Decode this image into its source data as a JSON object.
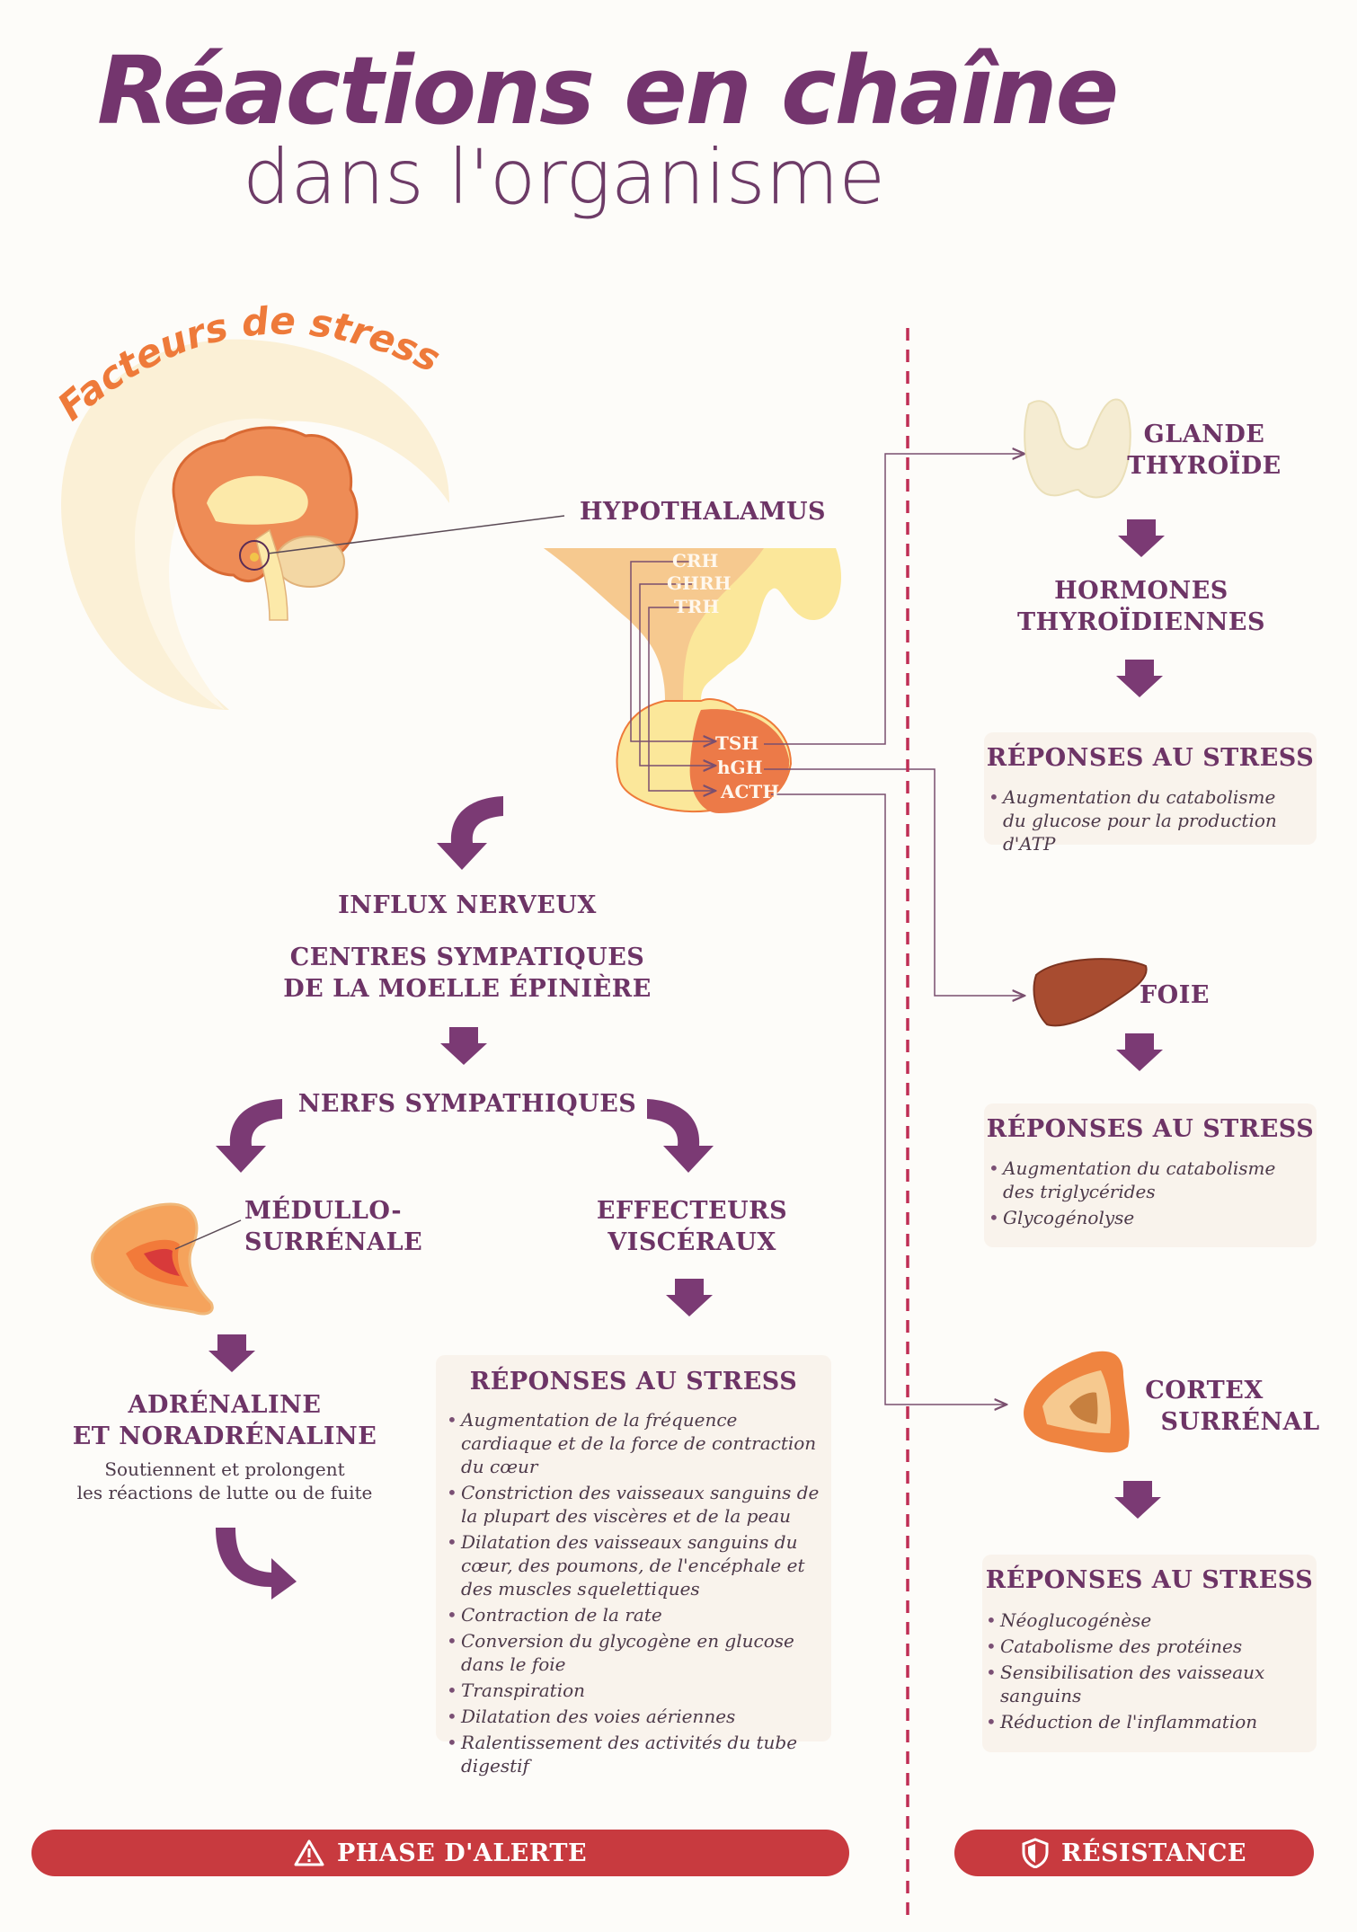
{
  "header": {
    "title": "Réactions en chaîne",
    "subtitle": "dans l'organisme"
  },
  "stress_factors": {
    "label": "Facteurs de stress"
  },
  "hypothalamus": {
    "label": "HYPOTHALAMUS",
    "releasing_hormones": [
      "CRH",
      "GHRH",
      "TRH"
    ],
    "pituitary_hormones": [
      "TSH",
      "hGH",
      "ACTH"
    ]
  },
  "alarm_phase": {
    "nerve_impulse": "INFLUX NERVEUX",
    "spinal_centers": [
      "CENTRES SYMPATIQUES",
      "DE LA MOELLE ÉPINIÈRE"
    ],
    "sympathetic_nerves": "NERFS SYMPATHIQUES",
    "adrenal_medulla": [
      "MÉDULLO-",
      "SURRÉNALE"
    ],
    "visceral_effectors": [
      "EFFECTEURS",
      "VISCÉRAUX"
    ],
    "hormones": [
      "ADRÉNALINE",
      "ET NORADRÉNALINE"
    ],
    "hormones_note": [
      "Soutiennent et prolongent",
      "les réactions de lutte ou de fuite"
    ],
    "responses_title": "RÉPONSES AU STRESS",
    "responses": [
      "Augmentation de la fréquence cardiaque et de la force de contraction du cœur",
      "Constriction des vaisseaux sanguins de la plupart des viscères et de la peau",
      "Dilatation des vaisseaux sanguins du cœur, des poumons, de l'encéphale et des muscles squelettiques",
      "Contraction de la rate",
      "Conversion du glycogène en glucose dans le foie",
      "Transpiration",
      "Dilatation des voies aériennes",
      "Ralentissement des activités du tube digestif"
    ],
    "phase_label": "PHASE D'ALERTE",
    "phase_color": "#c83a3f"
  },
  "resistance_phase": {
    "thyroid": [
      "GLANDE",
      "THYROÏDE"
    ],
    "thyroid_hormones": [
      "HORMONES",
      "THYROÏDIENNES"
    ],
    "thyroid_responses_title": "RÉPONSES AU STRESS",
    "thyroid_responses": [
      "Augmentation du catabolisme du glucose pour la production d'ATP"
    ],
    "liver": "FOIE",
    "liver_responses_title": "RÉPONSES AU STRESS",
    "liver_responses": [
      "Augmentation du catabolisme des triglycérides",
      "Glycogénolyse"
    ],
    "adrenal_cortex": [
      "CORTEX",
      "SURRÉNAL"
    ],
    "cortex_responses_title": "RÉPONSES AU STRESS",
    "cortex_responses": [
      "Néoglucogénèse",
      "Catabolisme des protéines",
      "Sensibilisation des vaisseaux sanguins",
      "Réduction de l'inflammation"
    ],
    "phase_label": "RÉSISTANCE"
  },
  "colors": {
    "title": "#74356e",
    "arrow": "#7b3a74",
    "organ_orange": "#ec8a4f",
    "phase_red": "#c83a3f",
    "divider": "#c02e55"
  }
}
